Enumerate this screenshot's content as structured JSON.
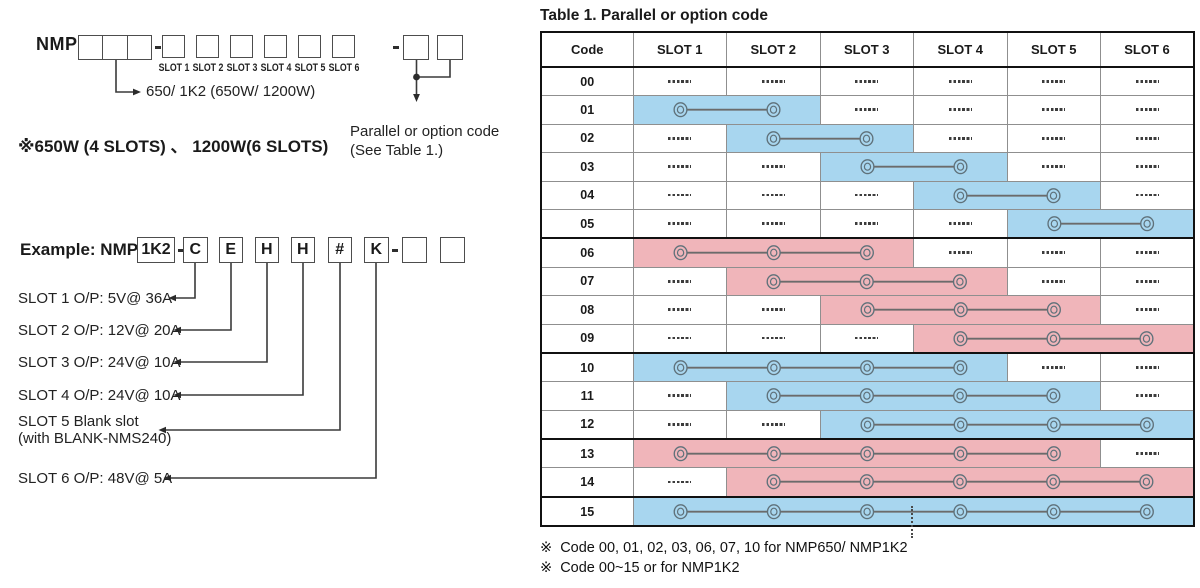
{
  "left_diagram": {
    "prefix": "NMP",
    "slot_labels": [
      "SLOT 1",
      "SLOT 2",
      "SLOT 3",
      "SLOT 4",
      "SLOT 5",
      "SLOT 6"
    ],
    "wattage_label": "650/ 1K2 (650W/ 1200W)",
    "wattage_note": "※650W (4 SLOTS) 、 1200W(6 SLOTS)",
    "parallel_note": [
      "Parallel or option code",
      "(See Table 1.)"
    ]
  },
  "example": {
    "label": "Example: NMP",
    "model": "1K2",
    "codes": [
      "C",
      "E",
      "H",
      "H",
      "#",
      "K"
    ],
    "slot_descriptions": [
      {
        "text": "SLOT 1  O/P: 5V@ 36A"
      },
      {
        "text": "SLOT 2  O/P: 12V@ 20A"
      },
      {
        "text": "SLOT 3  O/P: 24V@ 10A"
      },
      {
        "text": "SLOT 4  O/P: 24V@ 10A"
      },
      {
        "text": "SLOT 5  Blank slot",
        "text2": "(with BLANK-NMS240)"
      },
      {
        "text": "SLOT 6  O/P: 48V@ 5A"
      }
    ]
  },
  "table": {
    "title": "Table 1. Parallel or option code",
    "columns": [
      "Code",
      "SLOT 1",
      "SLOT 2",
      "SLOT 3",
      "SLOT 4",
      "SLOT 5",
      "SLOT 6"
    ],
    "dash_cell": "-----",
    "colors": {
      "blue": "#a8d6ef",
      "pink": "#f0b5ba"
    },
    "rows": [
      {
        "code": "00",
        "bar": null
      },
      {
        "code": "01",
        "bar": {
          "from": 1,
          "to": 2,
          "color": "blue"
        }
      },
      {
        "code": "02",
        "bar": {
          "from": 2,
          "to": 3,
          "color": "blue"
        }
      },
      {
        "code": "03",
        "bar": {
          "from": 3,
          "to": 4,
          "color": "blue"
        }
      },
      {
        "code": "04",
        "bar": {
          "from": 4,
          "to": 5,
          "color": "blue"
        }
      },
      {
        "code": "05",
        "bar": {
          "from": 5,
          "to": 6,
          "color": "blue"
        },
        "group_end": true
      },
      {
        "code": "06",
        "bar": {
          "from": 1,
          "to": 3,
          "color": "pink"
        }
      },
      {
        "code": "07",
        "bar": {
          "from": 2,
          "to": 4,
          "color": "pink"
        }
      },
      {
        "code": "08",
        "bar": {
          "from": 3,
          "to": 5,
          "color": "pink"
        }
      },
      {
        "code": "09",
        "bar": {
          "from": 4,
          "to": 6,
          "color": "pink"
        },
        "group_end": true
      },
      {
        "code": "10",
        "bar": {
          "from": 1,
          "to": 4,
          "color": "blue"
        }
      },
      {
        "code": "11",
        "bar": {
          "from": 2,
          "to": 5,
          "color": "blue"
        }
      },
      {
        "code": "12",
        "bar": {
          "from": 3,
          "to": 6,
          "color": "blue"
        },
        "group_end": true
      },
      {
        "code": "13",
        "bar": {
          "from": 1,
          "to": 5,
          "color": "pink"
        }
      },
      {
        "code": "14",
        "bar": {
          "from": 2,
          "to": 6,
          "color": "pink"
        },
        "group_end": true
      },
      {
        "code": "15",
        "bar": {
          "from": 1,
          "to": 6,
          "color": "blue"
        }
      }
    ],
    "notes": [
      "※  Code 00, 01, 02, 03, 06, 07, 10 for NMP650/ NMP1K2",
      "※  Code 00~15 or for NMP1K2"
    ]
  }
}
